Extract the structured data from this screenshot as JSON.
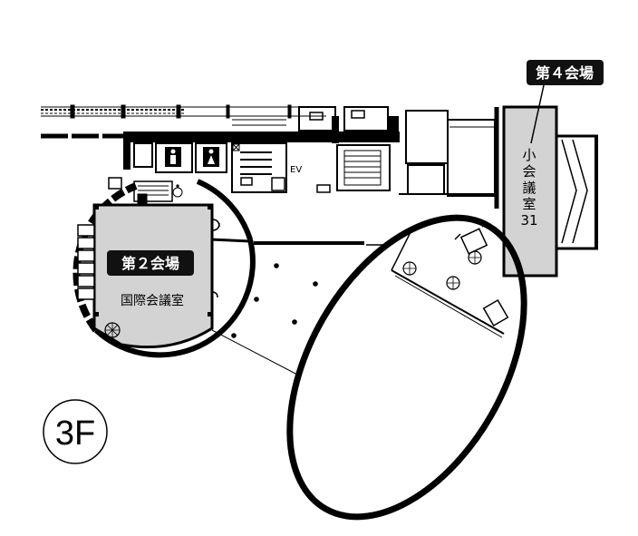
{
  "floor_badge": "3F",
  "venue_2": {
    "badge": "第２会場",
    "room_name": "国際会議室"
  },
  "venue_4": {
    "badge": "第４会場",
    "room_name_lines": [
      "小",
      "会",
      "議",
      "室",
      "31"
    ]
  },
  "elevator_label": "EV",
  "colors": {
    "wall": "#000000",
    "room_fill": "#d3d3d3",
    "badge_fill": "#111111",
    "badge_text": "#ffffff",
    "background": "#ffffff"
  },
  "icons": [
    "restroom-male-icon",
    "restroom-female-icon",
    "accessible-icon",
    "spiral-stair-icon",
    "stair-icon"
  ]
}
